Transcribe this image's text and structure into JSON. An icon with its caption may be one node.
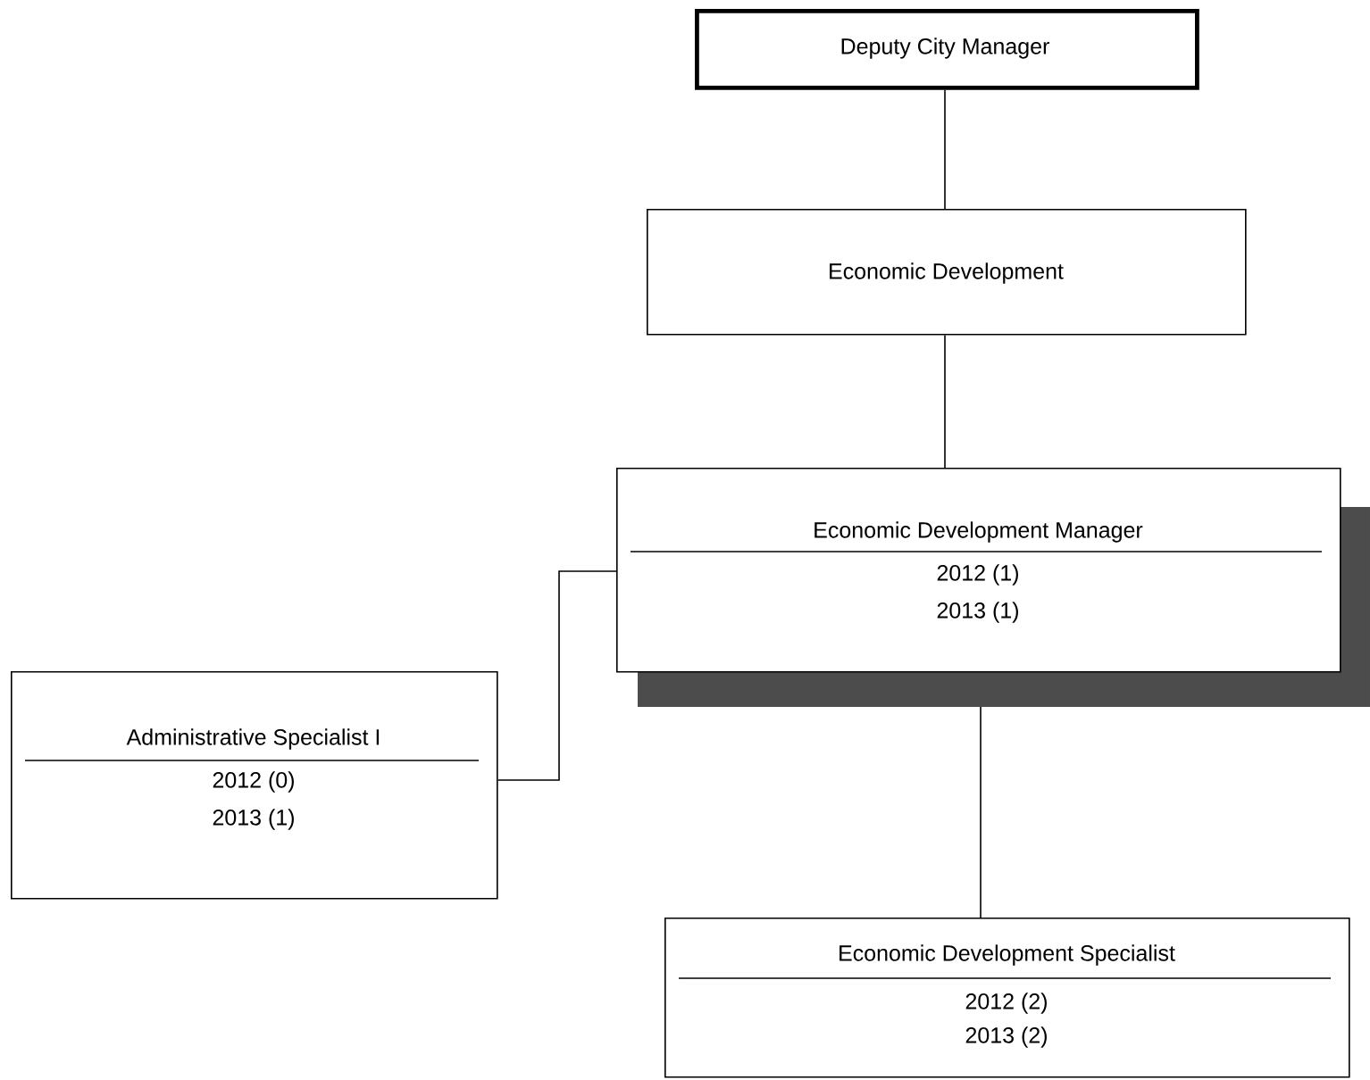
{
  "diagram": {
    "nodes": [
      {
        "text": [
          "Deputy City Manager"
        ]
      },
      {
        "text": [
          "Economic Development"
        ]
      },
      {
        "text": [
          "Economic Development Manager",
          "2012 (1)",
          "2013 (1)"
        ]
      },
      {
        "text": [
          "Administrative Specialist I",
          "2012 (0)",
          "2013 (1)"
        ]
      },
      {
        "text": [
          "Economic Development Specialist",
          "2012 (2)",
          "2013 (2)"
        ]
      }
    ],
    "edges": [
      {
        "from": 0,
        "to": 1,
        "arrow": "none"
      },
      {
        "from": 1,
        "to": 2,
        "arrow": "none"
      },
      {
        "from": 2,
        "to": 3,
        "arrow": "none"
      },
      {
        "from": 2,
        "to": 4,
        "arrow": "none"
      }
    ]
  }
}
